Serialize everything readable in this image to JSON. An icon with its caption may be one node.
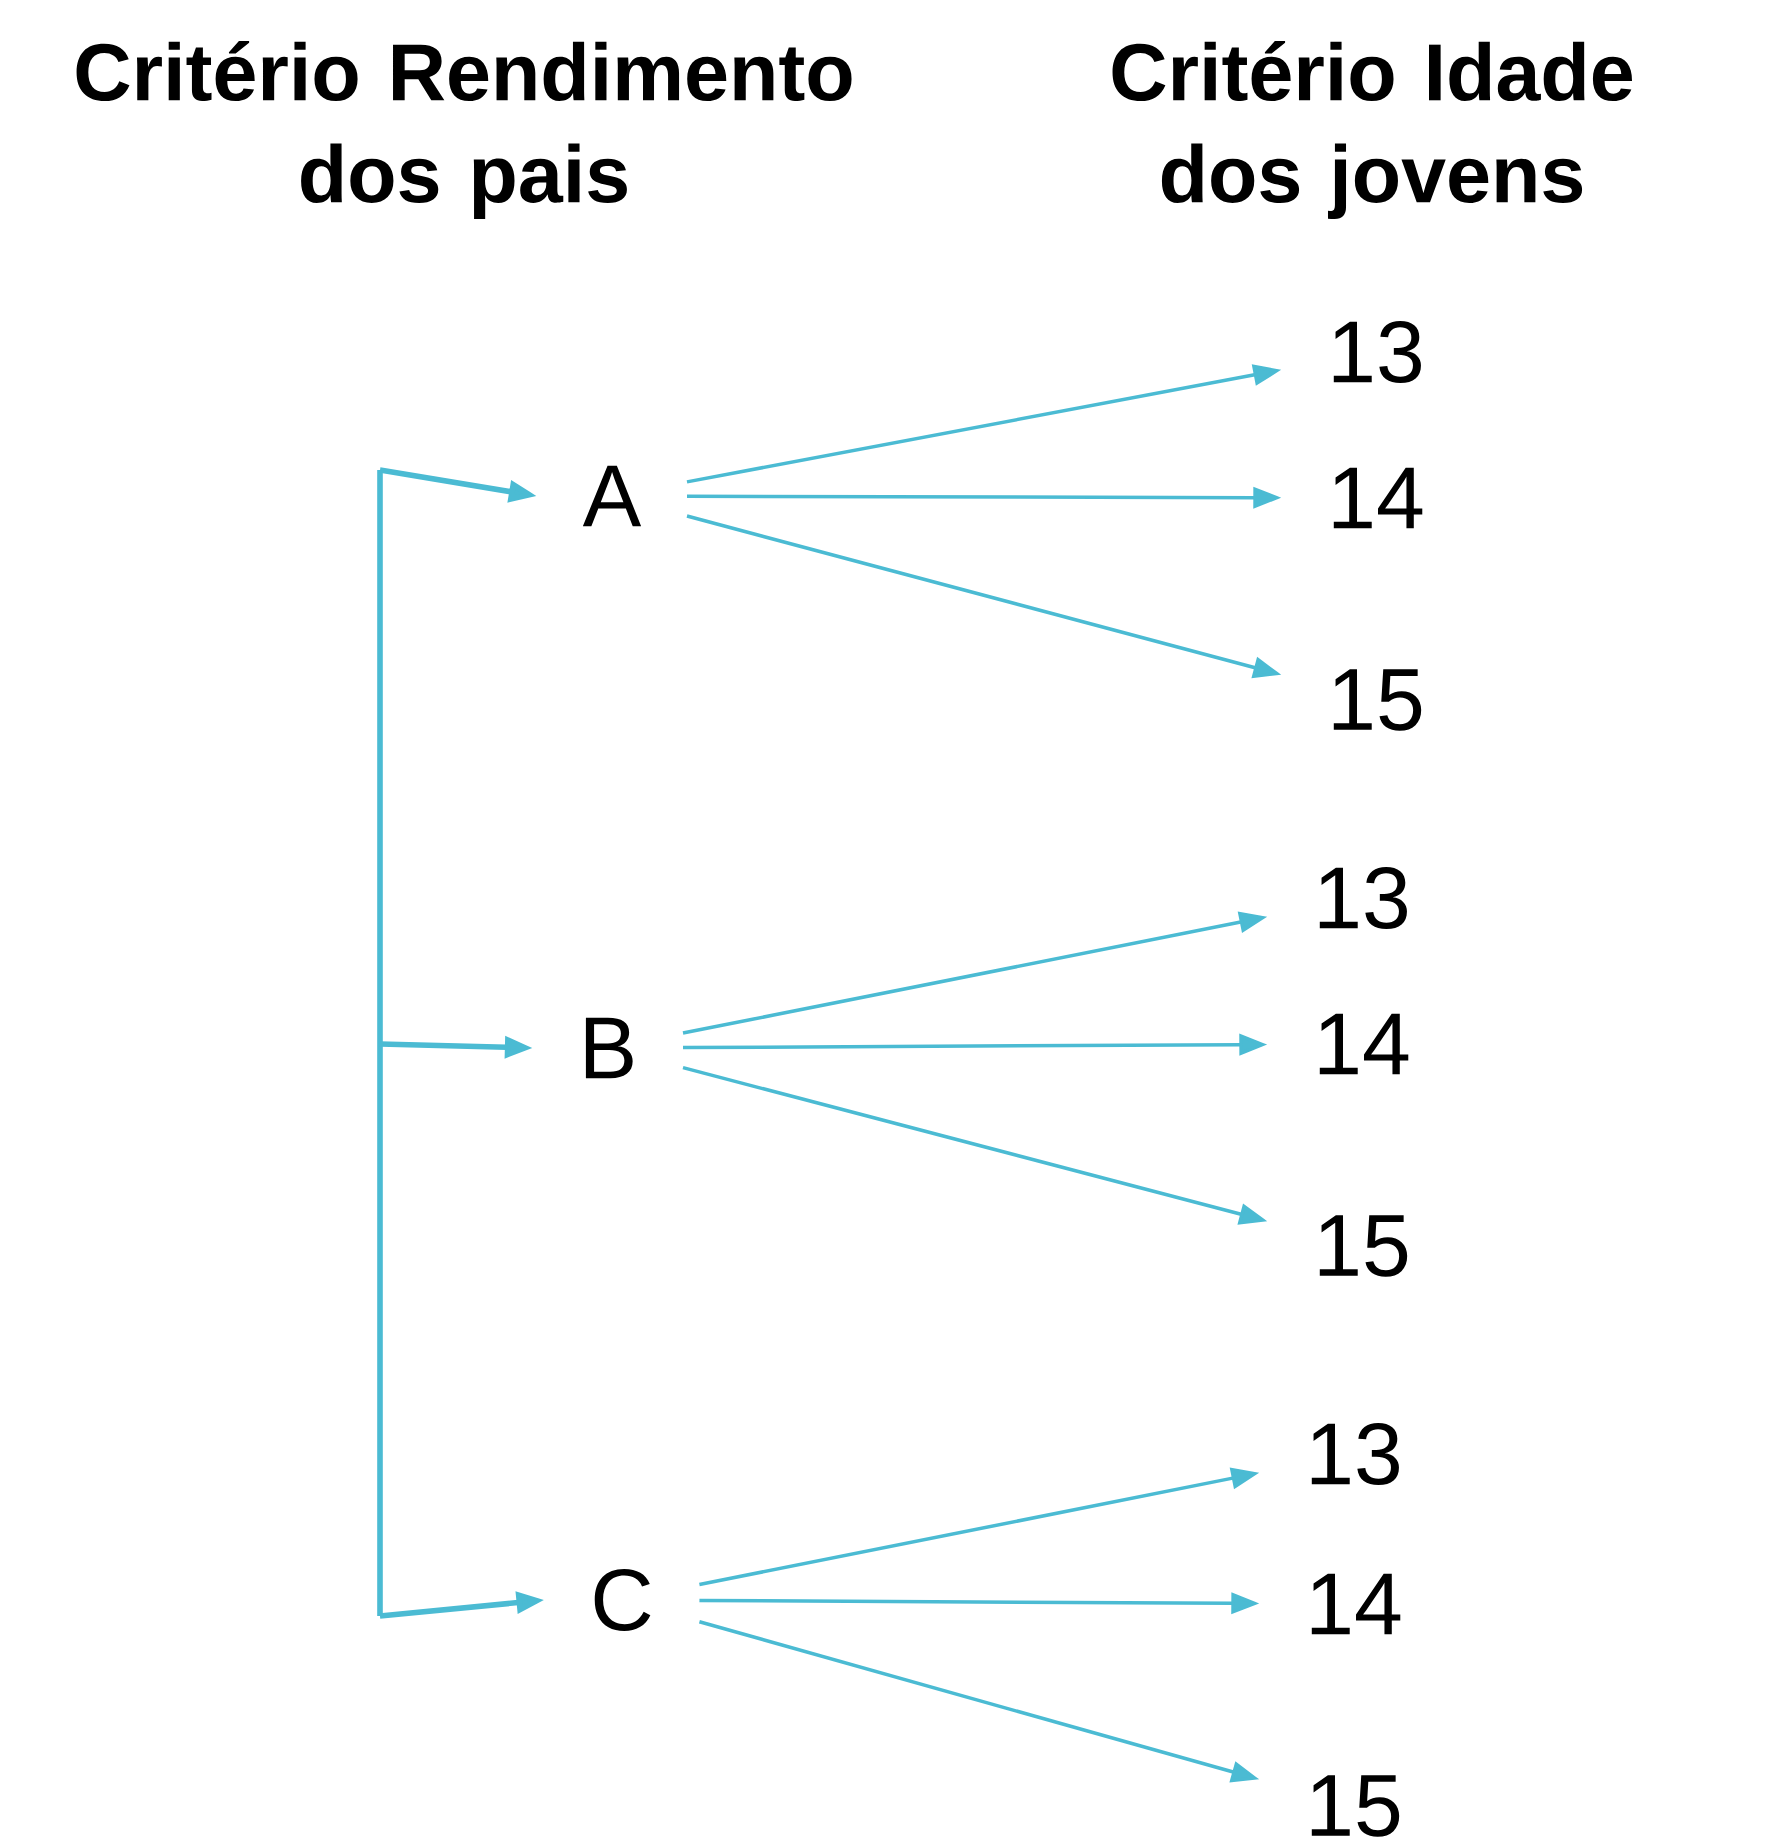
{
  "diagram": {
    "nodes": [
      {
        "text": [
          "A"
        ]
      },
      {
        "text": [
          "B"
        ]
      },
      {
        "text": [
          "C"
        ]
      },
      {
        "text": [
          "13"
        ]
      },
      {
        "text": [
          "14"
        ]
      },
      {
        "text": [
          "15"
        ]
      },
      {
        "text": [
          "13"
        ]
      },
      {
        "text": [
          "14"
        ]
      },
      {
        "text": [
          "15"
        ]
      },
      {
        "text": [
          "13"
        ]
      },
      {
        "text": [
          "14"
        ]
      },
      {
        "text": [
          "15"
        ]
      }
    ],
    "edges": [
      {
        "from": null,
        "to": 0,
        "arrow": "to"
      },
      {
        "from": null,
        "to": 1,
        "arrow": "to"
      },
      {
        "from": null,
        "to": 2,
        "arrow": "to"
      },
      {
        "from": 0,
        "to": 3,
        "arrow": "to"
      },
      {
        "from": 0,
        "to": 4,
        "arrow": "to"
      },
      {
        "from": 0,
        "to": 5,
        "arrow": "to"
      },
      {
        "from": 1,
        "to": 6,
        "arrow": "to"
      },
      {
        "from": 1,
        "to": 7,
        "arrow": "to"
      },
      {
        "from": 1,
        "to": 8,
        "arrow": "to"
      },
      {
        "from": 2,
        "to": 9,
        "arrow": "to"
      },
      {
        "from": 2,
        "to": 10,
        "arrow": "to"
      },
      {
        "from": 2,
        "to": 11,
        "arrow": "to"
      }
    ],
    "labels": [
      "Critério Rendimento dos pais",
      "Critério Idade dos jovens"
    ]
  }
}
